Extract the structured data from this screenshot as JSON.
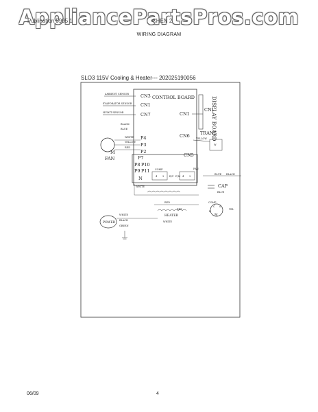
{
  "watermark": "AppliancePartsPros.com",
  "header": {
    "model": "Publication 5995 1",
    "section": "CHEN 2"
  },
  "subtitle": "WIRING DIAGRAM",
  "diagram": {
    "title": "SLO3 115V Cooling & Heater--- 202025190056",
    "sensors": {
      "ambient": "AMBIENT SENSOR",
      "evaporator": "EVAPORATOR SENSOR",
      "humidity": "HUMIT SENSOR"
    },
    "board_label": "CONTROL BOARD",
    "display_label": "DISPLAY BOARD",
    "connectors": {
      "cn3": "CN3",
      "cn1_left": "CN1",
      "cn7": "CN7",
      "cn1_mid": "CN1",
      "cn1_disp": "CN1",
      "cn6": "CN6",
      "cn5": "CN5"
    },
    "plugs": {
      "p4": "P4",
      "p3": "P3",
      "p2": "P2",
      "p7": "P7",
      "p8": "P8",
      "p10": "P10",
      "p9": "P9",
      "p11": "P11"
    },
    "n": "N",
    "trans": "TRANS",
    "fan": {
      "motor": "M",
      "label": "FAN",
      "wire_black": "BLACK",
      "wire_blue": "BLUE",
      "wire_white": "WHITE",
      "wire_yellow": "YELLOW",
      "wire_red": "RED"
    },
    "comp_small": "COMP",
    "relay_a": "4",
    "relay_b": "3",
    "relay_c": "4",
    "relay_d": "3",
    "rv": "R/V",
    "fm": "F/M",
    "fan_r": "FAN",
    "cap": {
      "label": "CAP",
      "blue": "BLUE",
      "black": "BLACK",
      "comp": "COMP",
      "c": "C",
      "r": "R",
      "s": "S",
      "m": "M",
      "blue2": "BLUE",
      "yellow": "YEL"
    },
    "heater": {
      "red": "RED",
      "label": "HEATER",
      "white": "WHITE",
      "red2": "RED"
    },
    "white_lbl": "WHITE",
    "power": {
      "label": "POWER",
      "white": "WHITE",
      "black": "BLACK",
      "green": "GREEN"
    },
    "trans_wires": {
      "yellow": "YELLOW",
      "w": "W"
    }
  },
  "footer": {
    "date": "06/09",
    "page": "4"
  }
}
